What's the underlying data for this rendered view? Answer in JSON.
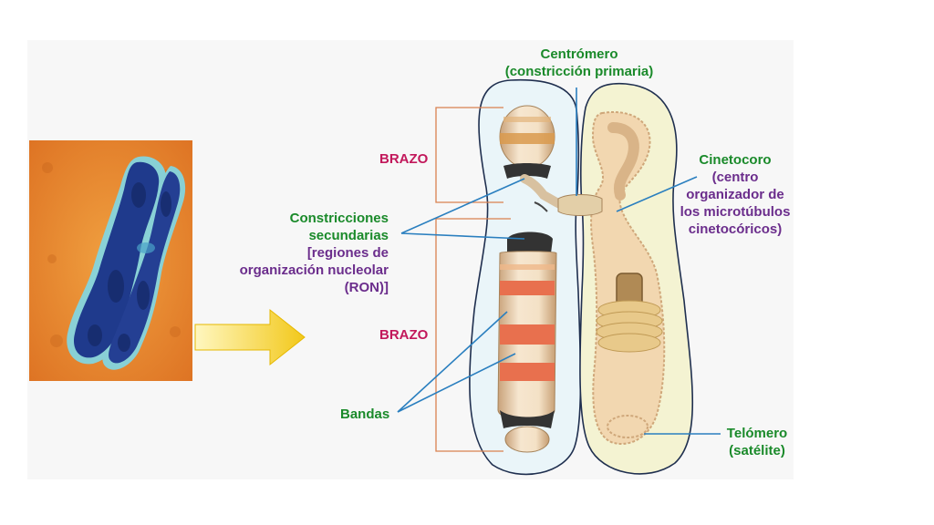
{
  "labels": {
    "centromero_line1": "Centrómero",
    "centromero_line2": "(constricción primaria)",
    "brazo_top": "BRAZO",
    "brazo_bottom": "BRAZO",
    "constricciones_line1": "Constricciones",
    "constricciones_line2": "secundarias",
    "ron_line1": "[regiones de",
    "ron_line2": "organización nucleolar",
    "ron_line3": "(RON)]",
    "bandas": "Bandas",
    "cinetocoro_line1": "Cinetocoro",
    "cinetocoro_line2": "(centro",
    "cinetocoro_line3": "organizador de",
    "cinetocoro_line4": "los microtúbulos",
    "cinetocoro_line5": "cinetocóricos)",
    "telomero_line1": "Telómero",
    "telomero_line2": "(satélite)"
  },
  "colors": {
    "label_green": "#1a8a2a",
    "label_magenta": "#c2185b",
    "label_purple": "#6b2d8c",
    "pointer_blue": "#2a7fbf",
    "bracket_orange": "#d9814f",
    "arrow_yellow": "#f2c81a",
    "photo_background": "#e8842a",
    "chromosome_outline_fill": "#eaf5f9",
    "chromatid_right_fill": "#f4f3d2"
  },
  "icons": {
    "arrow": "yellow-right-arrow-icon"
  }
}
